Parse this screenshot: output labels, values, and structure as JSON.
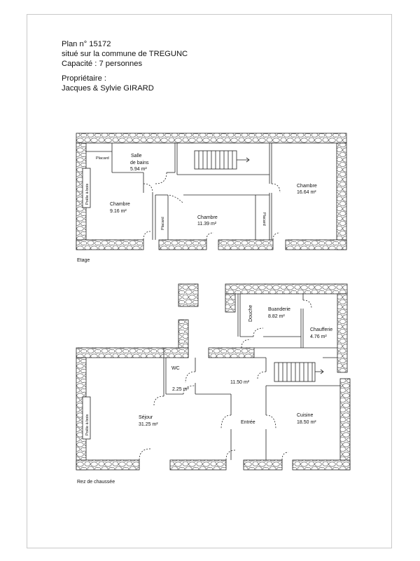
{
  "header": {
    "plan": "Plan n° 15172",
    "commune": "situé sur la commune de TREGUNC",
    "capacite": "Capacité : 7 personnes",
    "proprietaire_label": "Propriétaire :",
    "proprietaire_name": "Jacques & Sylvie GIRARD"
  },
  "etage": {
    "label": "Etage",
    "rooms": {
      "placard_top": "Placard",
      "salle_name": "Salle",
      "salle_name2": "de bains",
      "salle_area": "5.94 m²",
      "poele": "Poêle à bois",
      "chambre_left_name": "Chambre",
      "chambre_left_area": "9.16 m²",
      "chambre_mid_name": "Chambre",
      "chambre_mid_area": "11.39 m²",
      "chambre_right_name": "Chambre",
      "chambre_right_area": "16.64 m²",
      "placard_left": "Placard",
      "placard_right": "Placard"
    }
  },
  "rdc": {
    "label": "Rez de chaussée",
    "rooms": {
      "douche": "Douche",
      "buanderie_name": "Buanderie",
      "buanderie_area": "8.82 m²",
      "chaufferie_name": "Chaufferie",
      "chaufferie_area": "4.76 m²",
      "wc_name": "WC",
      "wc_area": "2.25 m²",
      "hall_area": "11.50 m²",
      "poele": "Poêle à bois",
      "sejour_name": "Séjour",
      "sejour_area": "31.25 m²",
      "entree": "Entrée",
      "cuisine_name": "Cuisine",
      "cuisine_area": "18.50 m²"
    }
  }
}
